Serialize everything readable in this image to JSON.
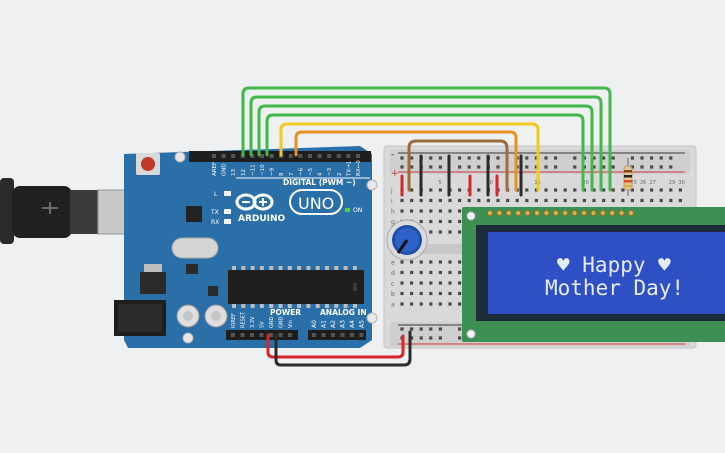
{
  "arduino": {
    "logo_text": "ARDUINO",
    "model": "UNO",
    "digital_header": "DIGITAL (PWM ~)",
    "on_label": "ON",
    "l_label": "L",
    "tx_label": "TX",
    "rx_label": "RX",
    "power_label": "POWER",
    "analog_label": "ANALOG IN",
    "digital_pins": [
      "AREF",
      "GND",
      "13",
      "12",
      "~11",
      "~10",
      "~9",
      "8",
      "7",
      "~6",
      "~5",
      "4",
      "~3",
      "2",
      "TX→1",
      "RX←0"
    ],
    "power_pins": [
      "IOREF",
      "RESET",
      "3.3V",
      "5V",
      "GND",
      "GND",
      "Vin"
    ],
    "analog_pins": [
      "A0",
      "A1",
      "A2",
      "A3",
      "A4",
      "A5"
    ]
  },
  "breadboard": {
    "row_letters": [
      "j",
      "i",
      "h",
      "g",
      "f",
      "e",
      "d",
      "c",
      "b",
      "a"
    ],
    "column_numbers": [
      "1",
      "5",
      "10",
      "15",
      "20",
      "25",
      "26",
      "27",
      "29",
      "30"
    ],
    "plus": "+",
    "minus": "-"
  },
  "lcd": {
    "line1": "♥ Happy ♥",
    "line2": "Mother Day!"
  },
  "colors": {
    "background": "#eef0f2",
    "arduino_board": "#2a6fa8",
    "lcd_pcb": "#3d8f53",
    "lcd_screen": "#2f4fc4",
    "wire_green": "#42b84a",
    "wire_orange": "#e89123",
    "wire_yellow": "#f0cc1c",
    "wire_brown": "#9b6b3c",
    "wire_red": "#d8262c",
    "wire_black": "#2b2b2b"
  }
}
